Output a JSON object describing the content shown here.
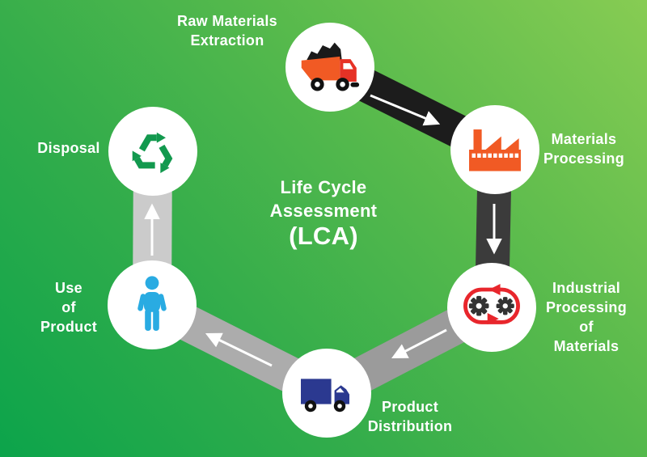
{
  "title": {
    "line1": "Life Cycle",
    "line2": "Assessment",
    "line3": "(LCA)"
  },
  "stages": [
    {
      "name": "Raw Materials Extraction",
      "label": "Raw Materials\nExtraction",
      "icon": "dump-truck-icon"
    },
    {
      "name": "Materials Processing",
      "label": "Materials\nProcessing",
      "icon": "factory-icon"
    },
    {
      "name": "Industrial Processing of Materials",
      "label": "Industrial\nProcessing\nof Materials",
      "icon": "gears-cycle-icon"
    },
    {
      "name": "Product Distribution",
      "label": "Product\nDistribution",
      "icon": "delivery-truck-icon"
    },
    {
      "name": "Use of Product",
      "label": "Use\nof\nProduct",
      "icon": "person-icon"
    },
    {
      "name": "Disposal",
      "label": "Disposal",
      "icon": "recycle-icon"
    }
  ],
  "colors": {
    "background_bottom_left": "#0CA44B",
    "background_top_right": "#87CC53",
    "circle": "#FFFFFF",
    "text": "#FFFFFF",
    "road_black": "#1C1C1C",
    "road_dark_gray": "#3B3B3B",
    "road_gray": "#9B9B9B",
    "road_mid_gray": "#ACACAC",
    "road_light_gray": "#CBCBCB",
    "arrow": "#FFFFFF",
    "truck_bed_orange": "#F15A24",
    "truck_cab_red": "#E63226",
    "factory_orange": "#F15A24",
    "gear_dark": "#333333",
    "cycle_red": "#E8262C",
    "delivery_navy": "#2B3990",
    "person_blue": "#29ABE2",
    "recycle_green": "#12994E"
  }
}
